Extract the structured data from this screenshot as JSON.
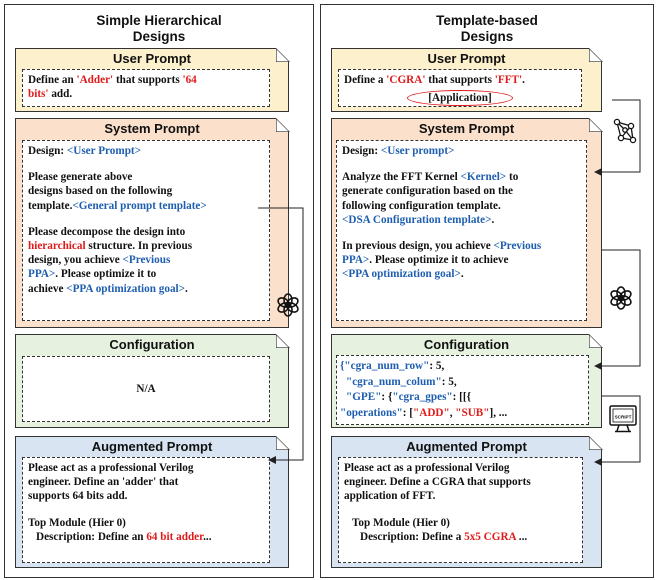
{
  "left": {
    "title_line1": "Simple Hierarchical",
    "title_line2": "Designs",
    "user_prompt": {
      "title": "User Prompt",
      "t1": "Define an ",
      "t2": "'Adder'",
      "t3": " that supports ",
      "t4": "'64",
      "t5": "bits'",
      "t6": " add."
    },
    "system_prompt": {
      "title": "System Prompt",
      "design_label": "Design: ",
      "design_ref": "<User Prompt>",
      "p2a": "Please generate above",
      "p2b": "designs based on the following",
      "p2c": "template.",
      "p2ref": "<General prompt template>",
      "p3a": "Please decompose the design into",
      "p3b_red": "hierarchical",
      "p3b": " structure. In previous",
      "p3c": "design, you achieve ",
      "p3c_ref": "<Previous",
      "p3d_ref": "PPA>",
      "p3d": ". Please optimize it to",
      "p3e": "achieve ",
      "p3e_ref": "<PPA optimization goal>",
      "p3e_end": "."
    },
    "configuration": {
      "title": "Configuration",
      "value": "N/A"
    },
    "augmented_prompt": {
      "title": "Augmented Prompt",
      "l1": "Please act as a professional Verilog",
      "l2": "engineer. Define an 'adder' that",
      "l3": "supports 64 bits add.",
      "l4": "Top Module (Hier 0)",
      "l5a": "Description: Define an ",
      "l5red": "64 bit adder",
      "l5end": "..."
    }
  },
  "right": {
    "title_line1": "Template-based",
    "title_line2": "Designs",
    "user_prompt": {
      "title": "User Prompt",
      "t1": "Define a ",
      "t2": "'CGRA'",
      "t3": " that supports ",
      "t4": "'FFT'",
      "t5": ".",
      "tag": "[Application]"
    },
    "system_prompt": {
      "title": "System Prompt",
      "design_label": "Design: ",
      "design_ref": "<User prompt>",
      "p2a": "Analyze the FFT Kernel ",
      "p2a_ref": "<Kernel>",
      "p2a_end": " to",
      "p2b": "generate configuration based on the",
      "p2c": "following configuration template.",
      "p2d_ref": "<DSA Configuration template>",
      "p2d_end": ".",
      "p3a": "In previous design, you achieve ",
      "p3a_ref": "<Previous",
      "p3b_ref": "PPA>",
      "p3b": ". Please optimize it to achieve",
      "p3c_ref": "<PPA optimization goal>",
      "p3c_end": "."
    },
    "configuration": {
      "title": "Configuration",
      "c1a": "{\"cgra_num_row\"",
      "c1b": ": 5,",
      "c2a": "\"cgra_num_colum\"",
      "c2b": ": 5,",
      "c3a": "\"GPE\"",
      "c3b": ": {",
      "c3c": "\"cgra_gpes\"",
      "c3d": ": [[{",
      "c4a": "\"operations\"",
      "c4b": ": [",
      "c4c": "\"ADD\"",
      "c4d": ", ",
      "c4e": "\"SUB\"",
      "c4f": "], ..."
    },
    "augmented_prompt": {
      "title": "Augmented Prompt",
      "l1": "Please act as a professional Verilog",
      "l2": "engineer. Define a CGRA that supports",
      "l3": "application of FFT.",
      "l4": "Top Module (Hier 0)",
      "l5a": "Description: Define a ",
      "l5red": "5x5 CGRA",
      "l5end": " ..."
    },
    "script_icon_label": "SCRIPT"
  },
  "colors": {
    "user_prompt_bg": "#fdf0cd",
    "system_prompt_bg": "#fbe1cc",
    "configuration_bg": "#e6f1df",
    "augmented_bg": "#d8e4f2",
    "highlight_red": "#e01b1b",
    "reference_blue": "#1f5fb0"
  },
  "icons": [
    "openai-logo-icon",
    "openai-logo-icon",
    "graph-network-icon",
    "script-monitor-icon"
  ]
}
